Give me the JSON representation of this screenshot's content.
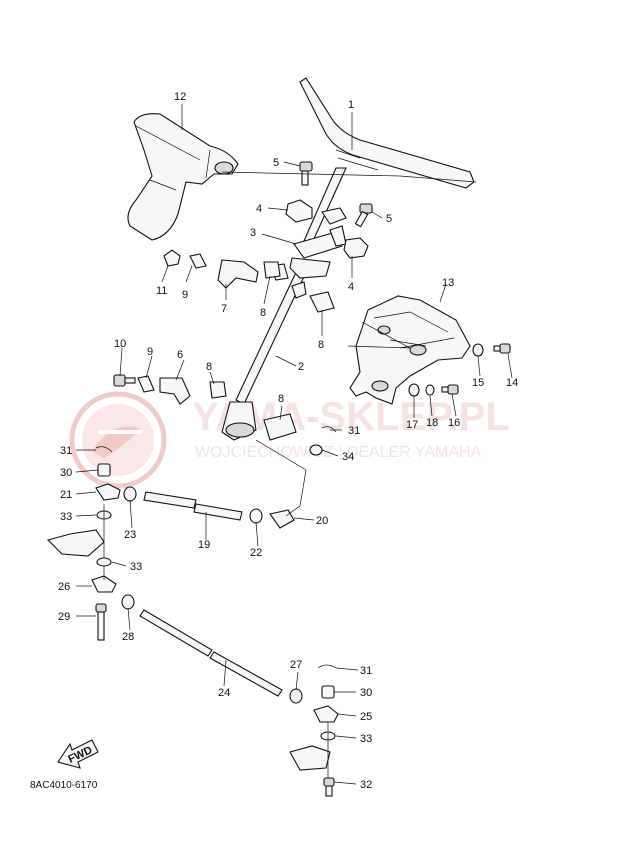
{
  "watermark": {
    "brand": "YAMA-SKLEP.PL",
    "tagline": "WOJCIECHOWICZ | DEALER YAMAHA",
    "color": "#e8a0a0"
  },
  "diagram_code": "8AC4010-6170",
  "fwd_badge": "FWD",
  "callouts": [
    {
      "id": "c1",
      "text": "1"
    },
    {
      "id": "c2",
      "text": "2"
    },
    {
      "id": "c3",
      "text": "3"
    },
    {
      "id": "c4a",
      "text": "4"
    },
    {
      "id": "c4b",
      "text": "4"
    },
    {
      "id": "c5a",
      "text": "5"
    },
    {
      "id": "c5b",
      "text": "5"
    },
    {
      "id": "c6",
      "text": "6"
    },
    {
      "id": "c7",
      "text": "7"
    },
    {
      "id": "c8a",
      "text": "8"
    },
    {
      "id": "c8b",
      "text": "8"
    },
    {
      "id": "c8c",
      "text": "8"
    },
    {
      "id": "c8d",
      "text": "8"
    },
    {
      "id": "c9a",
      "text": "9"
    },
    {
      "id": "c9b",
      "text": "9"
    },
    {
      "id": "c10",
      "text": "10"
    },
    {
      "id": "c11",
      "text": "11"
    },
    {
      "id": "c12",
      "text": "12"
    },
    {
      "id": "c13",
      "text": "13"
    },
    {
      "id": "c14",
      "text": "14"
    },
    {
      "id": "c15",
      "text": "15"
    },
    {
      "id": "c16",
      "text": "16"
    },
    {
      "id": "c17",
      "text": "17"
    },
    {
      "id": "c18",
      "text": "18"
    },
    {
      "id": "c19",
      "text": "19"
    },
    {
      "id": "c20",
      "text": "20"
    },
    {
      "id": "c21",
      "text": "21"
    },
    {
      "id": "c22",
      "text": "22"
    },
    {
      "id": "c23",
      "text": "23"
    },
    {
      "id": "c24",
      "text": "24"
    },
    {
      "id": "c25",
      "text": "25"
    },
    {
      "id": "c26",
      "text": "26"
    },
    {
      "id": "c27",
      "text": "27"
    },
    {
      "id": "c28",
      "text": "28"
    },
    {
      "id": "c29",
      "text": "29"
    },
    {
      "id": "c30a",
      "text": "30"
    },
    {
      "id": "c30b",
      "text": "30"
    },
    {
      "id": "c31a",
      "text": "31"
    },
    {
      "id": "c31b",
      "text": "31"
    },
    {
      "id": "c31c",
      "text": "31"
    },
    {
      "id": "c32",
      "text": "32"
    },
    {
      "id": "c33a",
      "text": "33"
    },
    {
      "id": "c33b",
      "text": "33"
    },
    {
      "id": "c33c",
      "text": "33"
    },
    {
      "id": "c34",
      "text": "34"
    }
  ]
}
